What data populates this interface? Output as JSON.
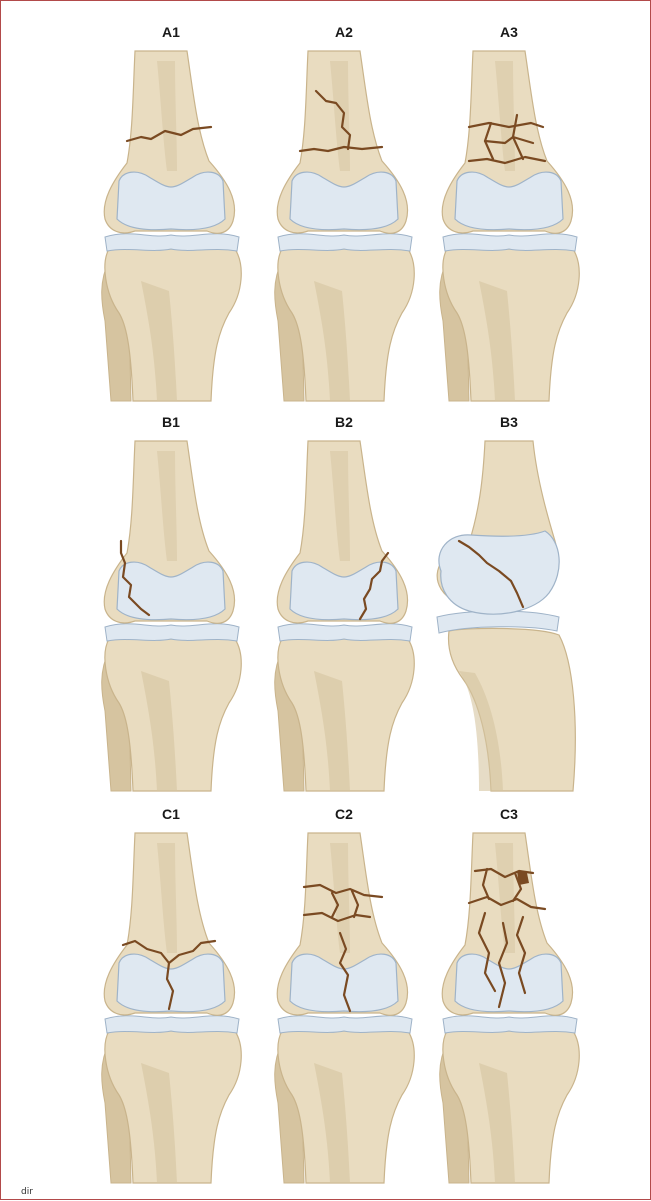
{
  "figure": {
    "panels": [
      {
        "label": "A1",
        "view": "frontal",
        "pattern": "simple-transverse"
      },
      {
        "label": "A2",
        "view": "frontal",
        "pattern": "wedge"
      },
      {
        "label": "A3",
        "view": "frontal",
        "pattern": "comminuted-metaphyseal"
      },
      {
        "label": "B1",
        "view": "frontal",
        "pattern": "lateral-condyle"
      },
      {
        "label": "B2",
        "view": "frontal",
        "pattern": "medial-condyle"
      },
      {
        "label": "B3",
        "view": "lateral",
        "pattern": "coronal-hoffa"
      },
      {
        "label": "C1",
        "view": "frontal",
        "pattern": "simple-articular-simple-metaphyseal"
      },
      {
        "label": "C2",
        "view": "frontal",
        "pattern": "simple-articular-comminuted-metaphyseal"
      },
      {
        "label": "C3",
        "view": "frontal",
        "pattern": "comminuted-articular"
      }
    ],
    "signature": "dir",
    "colors": {
      "bone": "#e9dcc0",
      "bone_shade": "#d6c4a0",
      "bone_outline": "#c9b48c",
      "cartilage": "#dfe8f1",
      "cartilage_outline": "#9fb3c8",
      "fracture": "#7a4a22"
    }
  }
}
